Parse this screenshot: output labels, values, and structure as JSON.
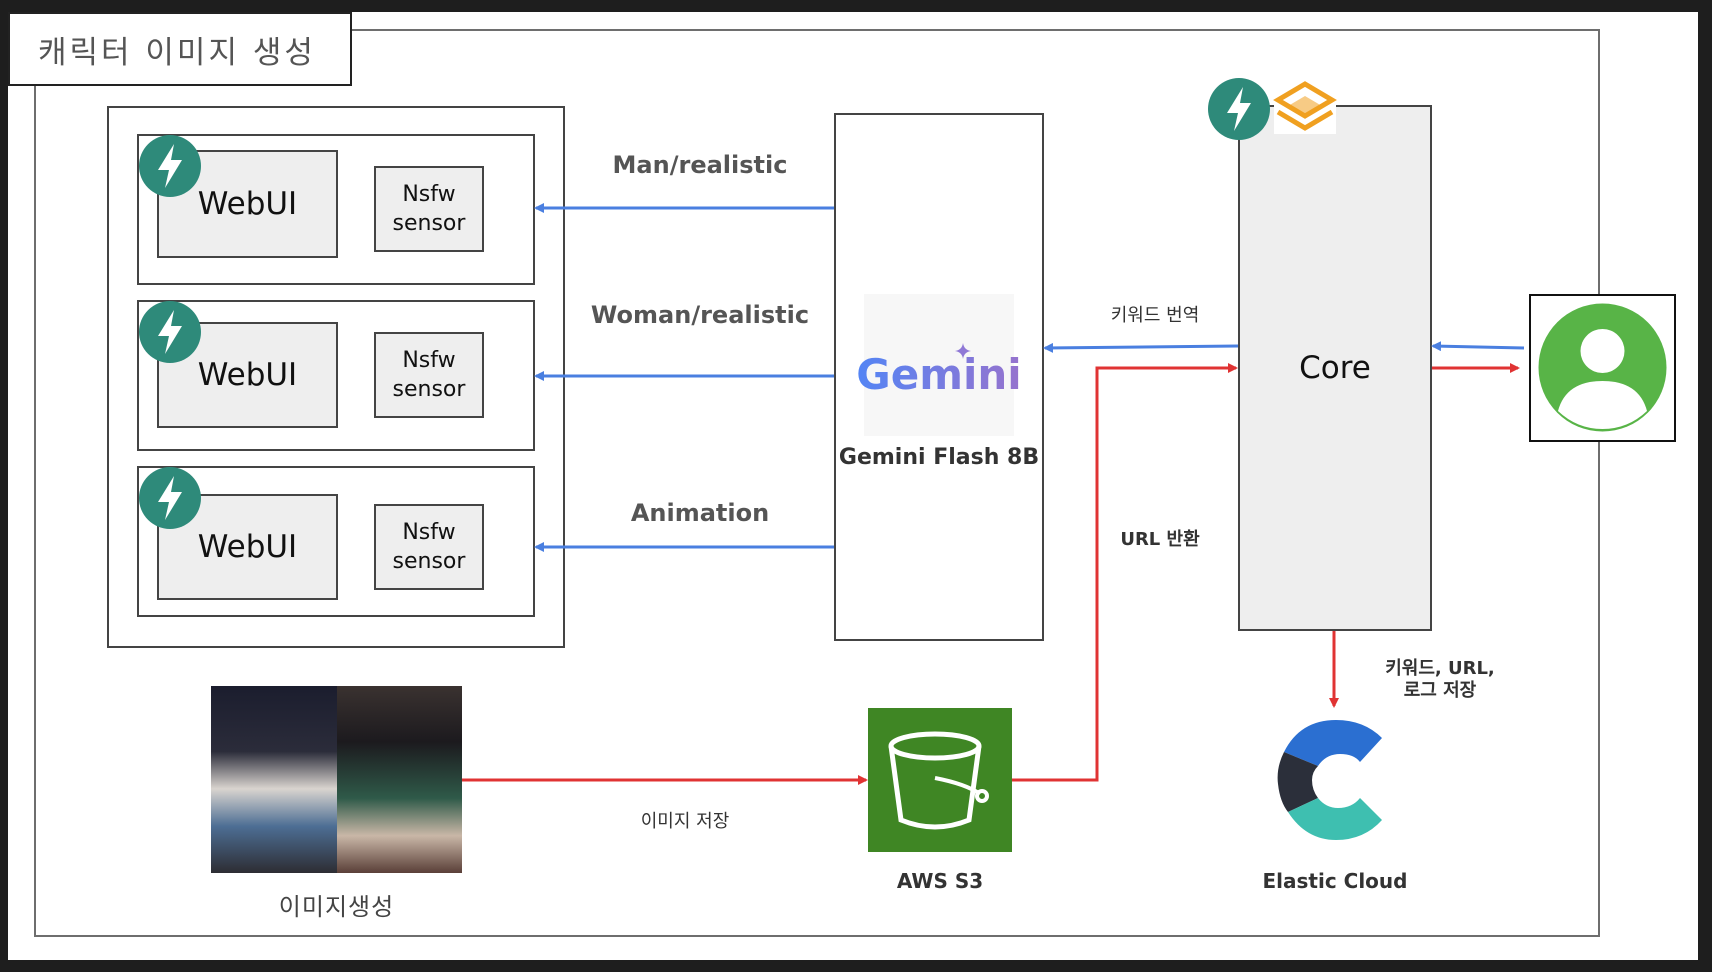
{
  "title": "캐릭터 이미지 생성",
  "webui_nodes": [
    {
      "label": "WebUI",
      "sensor": "Nsfw\nsensor"
    },
    {
      "label": "WebUI",
      "sensor": "Nsfw\nsensor"
    },
    {
      "label": "WebUI",
      "sensor": "Nsfw\nsensor"
    }
  ],
  "routes": [
    {
      "label": "Man/realistic"
    },
    {
      "label": "Woman/realistic"
    },
    {
      "label": "Animation"
    }
  ],
  "gemini": {
    "logo_text": "Gemini",
    "caption": "Gemini Flash 8B"
  },
  "core": {
    "label": "Core"
  },
  "edges": {
    "keyword_translate": "키워드 번역",
    "url_return": "URL 반환",
    "save_log_line1": "키워드, URL,",
    "save_log_line2": "로그 저장",
    "image_save": "이미지 저장"
  },
  "s3": {
    "caption": "AWS S3"
  },
  "elastic": {
    "caption": "Elastic Cloud"
  },
  "images": {
    "caption": "이미지생성"
  },
  "icons": {
    "webui_badge": "lightning-bolt-icon",
    "core_badge": "lightning-bolt-icon",
    "core_logo": "layered-diamond-icon",
    "user": "user-avatar-icon",
    "s3": "bucket-icon",
    "elastic": "elastic-cloud-icon"
  },
  "colors": {
    "request_arrow": "#4a7fe0",
    "response_arrow": "#e03333",
    "badge": "#2e8a7a",
    "s3": "#3f8624",
    "user": "#58b447",
    "gemini_gradient_start": "#4f86f7",
    "gemini_gradient_end": "#9b72cb"
  }
}
